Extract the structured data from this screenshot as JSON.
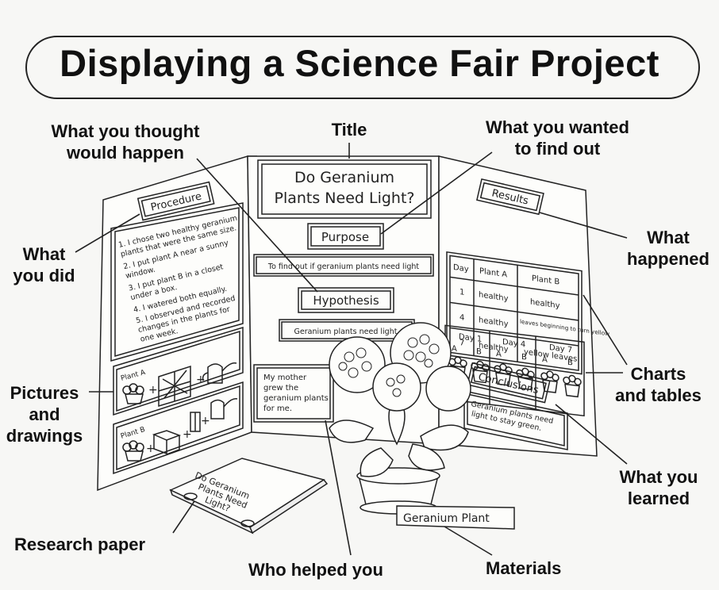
{
  "title": "Displaying a Science Fair Project",
  "callouts": {
    "thought": [
      "What you thought",
      "would happen"
    ],
    "title": "Title",
    "wanted": [
      "What you wanted",
      "to find out"
    ],
    "did": [
      "What",
      "you did"
    ],
    "happened": [
      "What",
      "happened"
    ],
    "pictures": [
      "Pictures",
      "and",
      "drawings"
    ],
    "charts": [
      "Charts",
      "and tables"
    ],
    "learned": [
      "What you",
      "learned"
    ],
    "research": "Research paper",
    "helped": "Who helped you",
    "materials": "Materials"
  },
  "board": {
    "main_title": [
      "Do Geranium",
      "Plants Need Light?"
    ],
    "purpose_label": "Purpose",
    "purpose_text": "To find out if geranium plants need light",
    "hypothesis_label": "Hypothesis",
    "hypothesis_text": "Geranium plants need light.",
    "helper_text": [
      "My mother",
      "grew the",
      "geranium plants",
      "for me."
    ],
    "procedure_label": "Procedure",
    "procedure_steps": [
      "1. I chose two healthy geranium",
      "plants that were the same size.",
      "2. I put plant A near a sunny",
      "window.",
      "3. I put plant B in a closet",
      "under a box.",
      "4. I watered both equally.",
      "5. I observed and recorded",
      "changes in the plants for",
      "one week."
    ],
    "plant_a_label": "Plant A",
    "plant_b_label": "Plant B",
    "results_label": "Results",
    "results_table": {
      "headers": [
        "Day",
        "Plant A",
        "Plant B"
      ],
      "rows": [
        [
          "1",
          "healthy",
          "healthy"
        ],
        [
          "4",
          "healthy",
          "leaves beginning to turn yellow"
        ],
        [
          "7",
          "healthy",
          "yellow leaves"
        ]
      ]
    },
    "day_panels": [
      {
        "day": "Day 1",
        "a": "A",
        "b": "B"
      },
      {
        "day": "Day 4",
        "a": "A",
        "b": "B"
      },
      {
        "day": "Day 7",
        "a": "A",
        "b": "B"
      }
    ],
    "conclusions_label": "Conclusions",
    "conclusions_text": [
      "Geranium plants need",
      "light to stay green."
    ],
    "booklet_title": [
      "Do Geranium",
      "Plants Need",
      "Light?"
    ],
    "tent_card": "Geranium Plant"
  }
}
